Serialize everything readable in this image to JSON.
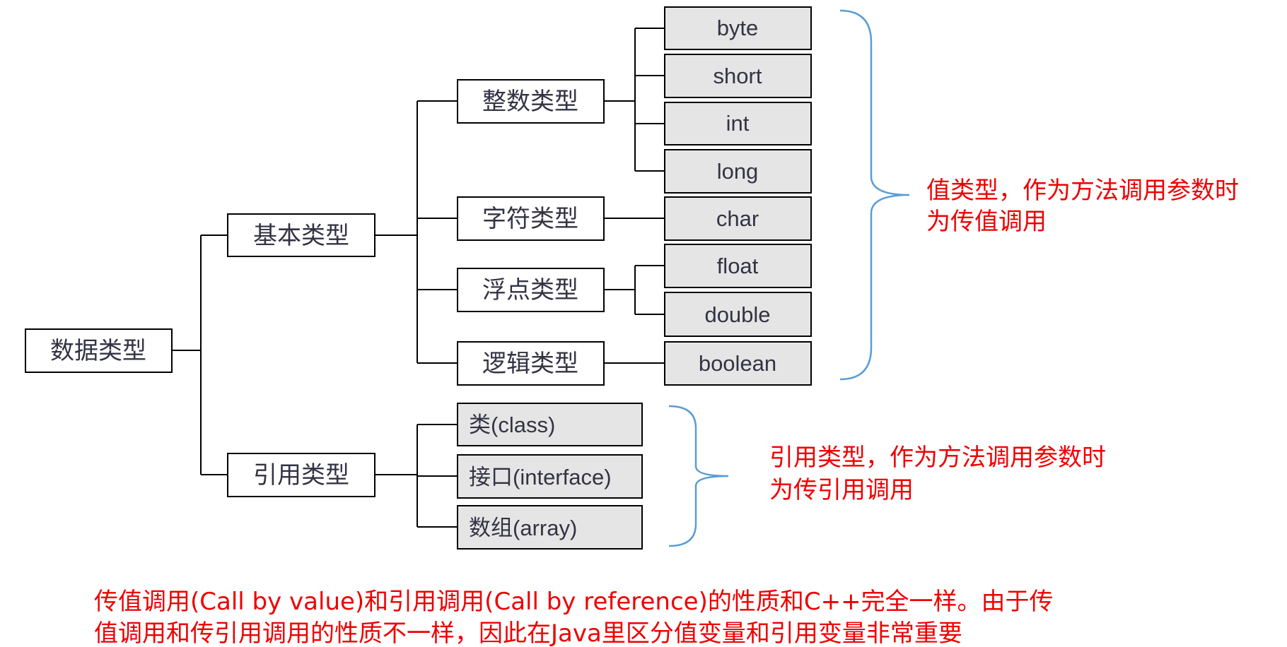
{
  "root": {
    "label": "数据类型"
  },
  "primitive": {
    "label": "基本类型",
    "integer": {
      "label": "整数类型",
      "items": [
        "byte",
        "short",
        "int",
        "long"
      ]
    },
    "character": {
      "label": "字符类型",
      "items": [
        "char"
      ]
    },
    "floating": {
      "label": "浮点类型",
      "items": [
        "float",
        "double"
      ]
    },
    "logical": {
      "label": "逻辑类型",
      "items": [
        "boolean"
      ]
    },
    "note_lines": [
      "值类型，作为方法调用参数时",
      "为传值调用"
    ]
  },
  "reference": {
    "label": "引用类型",
    "items": [
      "类(class)",
      "接口(interface)",
      "数组(array)"
    ],
    "note_lines": [
      "引用类型，作为方法调用参数时",
      "为传引用调用"
    ]
  },
  "footer_lines": [
    "传值调用(Call by value)和引用调用(Call by reference)的性质和C++完全一样。由于传",
    "值调用和传引用调用的性质不一样，因此在Java里区分值变量和引用变量非常重要"
  ],
  "colors": {
    "box_stroke": "#000000",
    "leaf_fill": "#e5e5e5",
    "box_text": "#333344",
    "brace": "#5b9bd5",
    "note": "#ee0000"
  }
}
